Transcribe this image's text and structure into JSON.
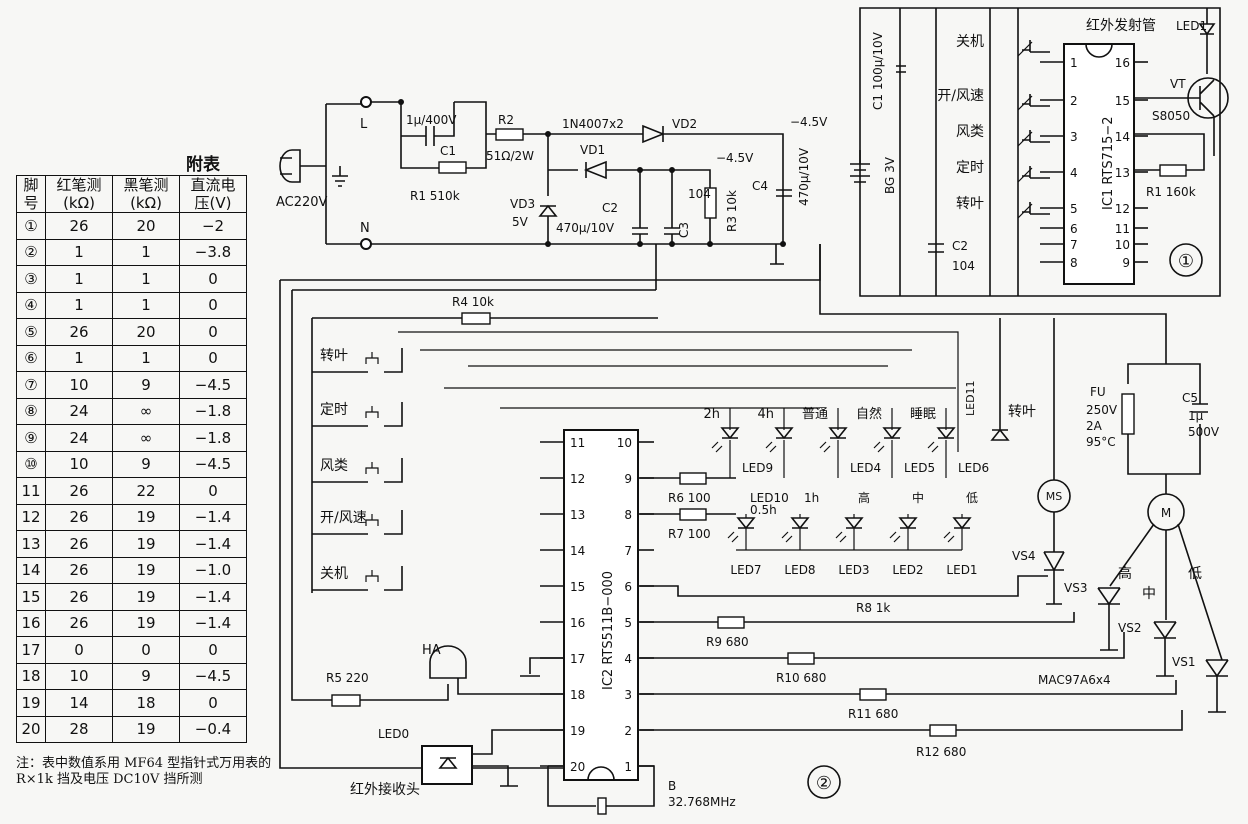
{
  "table": {
    "title": "附表",
    "headers": [
      [
        "脚",
        "号"
      ],
      [
        "红笔测",
        "(kΩ)"
      ],
      [
        "黑笔测",
        "(kΩ)"
      ],
      [
        "直流电",
        "压(V)"
      ]
    ],
    "rows": [
      [
        "①",
        "26",
        "20",
        "−2"
      ],
      [
        "②",
        "1",
        "1",
        "−3.8"
      ],
      [
        "③",
        "1",
        "1",
        "0"
      ],
      [
        "④",
        "1",
        "1",
        "0"
      ],
      [
        "⑤",
        "26",
        "20",
        "0"
      ],
      [
        "⑥",
        "1",
        "1",
        "0"
      ],
      [
        "⑦",
        "10",
        "9",
        "−4.5"
      ],
      [
        "⑧",
        "24",
        "∞",
        "−1.8"
      ],
      [
        "⑨",
        "24",
        "∞",
        "−1.8"
      ],
      [
        "⑩",
        "10",
        "9",
        "−4.5"
      ],
      [
        "11",
        "26",
        "22",
        "0"
      ],
      [
        "12",
        "26",
        "19",
        "−1.4"
      ],
      [
        "13",
        "26",
        "19",
        "−1.4"
      ],
      [
        "14",
        "26",
        "19",
        "−1.0"
      ],
      [
        "15",
        "26",
        "19",
        "−1.4"
      ],
      [
        "16",
        "26",
        "19",
        "−1.4"
      ],
      [
        "17",
        "0",
        "0",
        "0"
      ],
      [
        "18",
        "10",
        "9",
        "−4.5"
      ],
      [
        "19",
        "14",
        "18",
        "0"
      ],
      [
        "20",
        "28",
        "19",
        "−0.4"
      ]
    ],
    "note": "注：表中数值系用 MF64 型指针式万用表的 R×1k 挡及电压 DC10V 挡所测"
  },
  "power": {
    "ac": "AC220V",
    "l": "L",
    "n": "N",
    "c1_val": "1μ/400V",
    "c1": "C1",
    "r1": "R1  510k",
    "r2": "R2",
    "r2_val": "51Ω/2W",
    "vd_series": "1N4007x2",
    "vd2": "VD2",
    "vd1": "VD1",
    "vd3": "VD3",
    "vd3_val": "5V",
    "c2": "C2",
    "c2_val": "470μ/10V",
    "c3": "C3",
    "c3_val": "104",
    "r3": "R3  10k",
    "c4": "C4",
    "c4_val": "470μ/10V",
    "v1": "−4.5V",
    "v2": "−4.5V"
  },
  "remote": {
    "c1": "C1  100μ/10V",
    "bg": "BG  3V",
    "c2": "C2",
    "c2_val": "104",
    "ic": "IC1  RTS715−2",
    "tx": "红外发射管",
    "led": "LED1",
    "vt": "VT",
    "vt_val": "S8050",
    "r1": "R1  160k",
    "circle": "①",
    "keys": [
      "关机",
      "开/风速",
      "风类",
      "定时",
      "转叶"
    ],
    "pins_left": [
      "1",
      "2",
      "3",
      "4",
      "5",
      "6",
      "7",
      "8"
    ],
    "pins_right": [
      "16",
      "15",
      "14",
      "13",
      "12",
      "11",
      "10",
      "9"
    ]
  },
  "main": {
    "ic": "IC2  RTS511B−000",
    "pins_left": [
      "11",
      "12",
      "13",
      "14",
      "15",
      "16",
      "17",
      "18",
      "19",
      "20"
    ],
    "pins_right": [
      "10",
      "9",
      "8",
      "7",
      "6",
      "5",
      "4",
      "3",
      "2",
      "1"
    ],
    "keys": [
      "转叶",
      "定时",
      "风类",
      "开/风速",
      "关机"
    ],
    "r4": "R4  10k",
    "r5": "R5  220",
    "r6": "R6  100",
    "r7": "R7  100",
    "r8": "R8  1k",
    "r9": "R9  680",
    "r10": "R10  680",
    "r11": "R11  680",
    "r12": "R12  680",
    "ha": "HA",
    "led0": "LED0",
    "rx": "红外接收头",
    "xtal": "B",
    "xtal_val": "32.768MHz",
    "circle": "②",
    "led_top": [
      [
        "2h",
        "LED9"
      ],
      [
        "4h",
        ""
      ],
      [
        "普通",
        "LED4"
      ],
      [
        "自然",
        "LED5"
      ],
      [
        "睡眠",
        "LED6"
      ]
    ],
    "led_bot": [
      [
        "LED10",
        "0.5h",
        "LED7"
      ],
      [
        "1h",
        "",
        "LED8"
      ],
      [
        "高",
        "",
        "LED3"
      ],
      [
        "中",
        "",
        "LED2"
      ],
      [
        "低",
        "",
        "LED1"
      ]
    ],
    "led11": "LED11",
    "led11_tag": "转叶",
    "ms": "MS",
    "m": "M",
    "vs4": "VS4",
    "vs3": "VS3",
    "vs2": "VS2",
    "vs1": "VS1",
    "triac": "MAC97A6x4",
    "hi": "高",
    "mid": "中",
    "lo": "低",
    "fu": "FU",
    "fu_val": [
      "250V",
      "2A",
      "95°C"
    ],
    "c5": "C5",
    "c5_val": [
      "1μ",
      "500V"
    ]
  }
}
